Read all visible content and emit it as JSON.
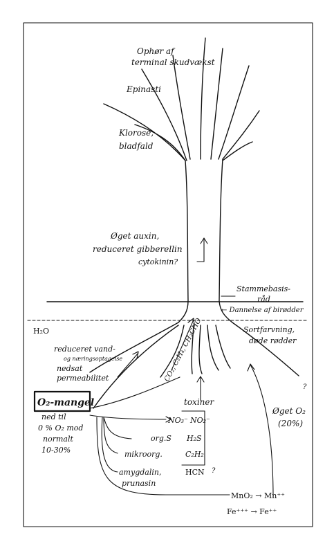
{
  "labels": {
    "ophor_line1": "Ophør af",
    "ophor_line2": "terminal skudvækst",
    "epinasti": "Epinasti",
    "klorose_line1": "Klorose,",
    "klorose_line2": "bladfald",
    "auxin_line1": "Øget auxin,",
    "auxin_line2": "reduceret gibberellin",
    "auxin_line3": "cytokinin?",
    "stammebasis_line1": "Stammebasis-",
    "stammebasis_line2": "råd",
    "birodder": "← Dannelse af birødder",
    "h2o": "H₂O",
    "sortfarvning_line1": "Sortfarvning,",
    "sortfarvning_line2": "døde rødder",
    "reduceret_line1": "reduceret vand-",
    "reduceret_line2": "og næringsoptagelse",
    "nedsat_line1": "nedsat",
    "nedsat_line2": "permeabilitet",
    "gases": "CO₂, C₂H₄, CH₃CHO",
    "o2_mangel": "O₂-mangel",
    "ned_til_line1": "ned til",
    "ned_til_line2": "0 % O₂ mod",
    "ned_til_line3": "normalt",
    "ned_til_line4": "10-30%",
    "toxiner": "toxiner",
    "no3": "NO₃⁻",
    "no2": "NO₂⁻",
    "orgs": "org.S",
    "h2s": "H₂S",
    "mikroorg": "mikroorg.",
    "c2h2": "C₂H₂",
    "amygdalin_line1": "amygdalin,",
    "amygdalin_line2": "prunasin",
    "hcn": "HCN",
    "hcn_q": "?",
    "oget_o2_line1": "Øget O₂",
    "oget_o2_line2": "(20%)",
    "oget_q": "?",
    "mno2": "MnO₂ → Mn⁺⁺",
    "fe": "Fe⁺⁺⁺ → Fe⁺⁺"
  }
}
